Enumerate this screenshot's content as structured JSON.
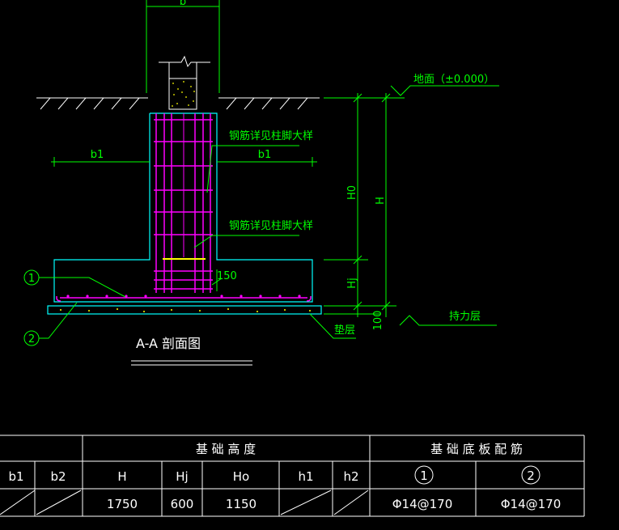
{
  "section_title": "A-A 剖面图",
  "labels": {
    "ground": "地面（±0.000）",
    "rebar_note_upper": "钢筋详见柱脚大样",
    "rebar_note_lower": "钢筋详见柱脚大样",
    "bearing_layer": "持力层",
    "cushion": "垫层"
  },
  "dimensions": {
    "top_width": "b",
    "b1_left": "b1",
    "b1_right": "b1",
    "H0": "H0",
    "H": "H",
    "Hj": "Hj",
    "bottom_gap": "100",
    "hook": "150"
  },
  "callouts": {
    "one": "1",
    "two": "2"
  },
  "table": {
    "group_height": "基 础 高 度",
    "group_rebar": "基 础 底 板 配 筋",
    "headers": [
      "b1",
      "b2",
      "H",
      "Hj",
      "Ho",
      "h1",
      "h2",
      "1",
      "2"
    ],
    "row": [
      "",
      "",
      "1750",
      "600",
      "1150",
      "",
      "",
      "Φ14@170",
      "Φ14@170"
    ]
  },
  "colors": {
    "background": "#000000",
    "magenta_rebar": "#ff00ff",
    "cyan_outline": "#00ffff",
    "green_dim": "#00ff00",
    "yellow_hatch": "#ffff00",
    "white_text": "#ffffff"
  }
}
